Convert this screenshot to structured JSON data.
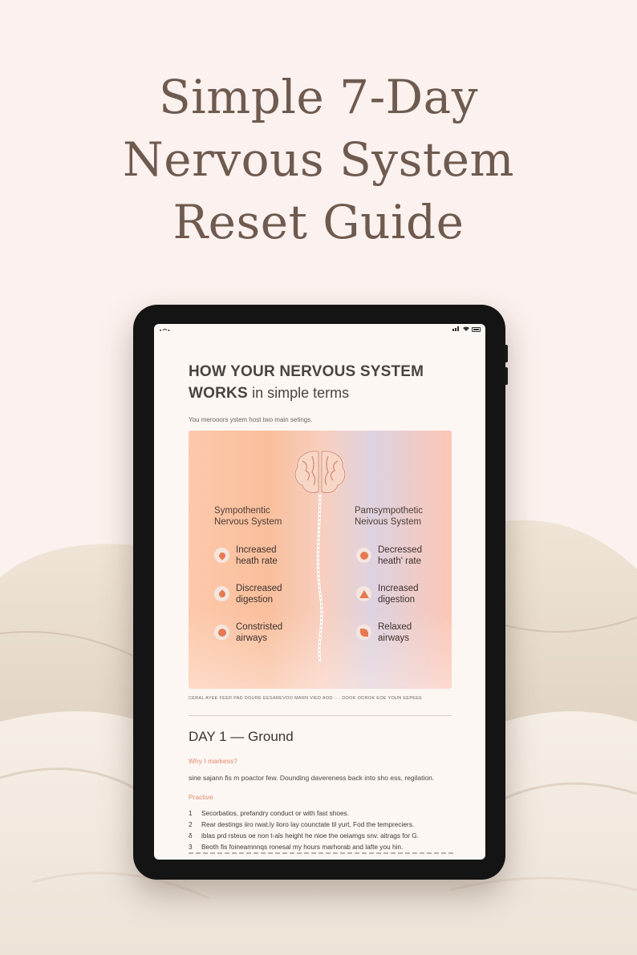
{
  "headline": {
    "line1": "Simple 7-Day",
    "line2": "Nervous System",
    "line3": "Reset Guide"
  },
  "status_bar": {
    "left_icons": [
      "wifi-icon"
    ],
    "right_icons": [
      "signal-icon",
      "wifi-icon",
      "battery-icon"
    ]
  },
  "section": {
    "title_bold": "HOW YOUR NERVOUS SYSTEM",
    "title_bold2": "WORKS",
    "title_rest": "in simple terms",
    "intro": "You merooors ystem host two main setings."
  },
  "diagram": {
    "left_title_1": "Sympothentic",
    "left_title_2": "Nervous System",
    "right_title_1": "Pamsympothetic",
    "right_title_2": "Neivous System",
    "left_items": [
      {
        "line1": "Increased",
        "line2": "heath rate",
        "icon": "heart-icon"
      },
      {
        "line1": "Discreased",
        "line2": "digestion",
        "icon": "stomach-icon"
      },
      {
        "line1": "Constristed",
        "line2": "airways",
        "icon": "lungs-icon"
      }
    ],
    "right_items": [
      {
        "line1": "Decressed",
        "line2": "heath' rate",
        "icon": "heart-icon"
      },
      {
        "line1": "Increased",
        "line2": "digestion",
        "icon": "stomach-icon"
      },
      {
        "line1": "Relaxed",
        "line2": "airways",
        "icon": "lungs-icon"
      }
    ],
    "caption": "CERAL AYEE FEER PAD DOURE EESAREVOO MARN VIED AOD. · · DOOK OOROK EOE YOUN EEPEEE"
  },
  "day": {
    "title": "DAY 1 — Ground",
    "why_label": "Why I markess?",
    "why_body": "sine sajann fis m poactor few. Dounding davereness back into sho ess, regilation.",
    "practice_label": "Practive",
    "steps": [
      {
        "n": "1",
        "text": "Secorbatios, prefandry conduct or with fast shoes."
      },
      {
        "n": "2",
        "text": "Rear destings iiro rwat.ly iloro lay counctate til yurt, Fod the tempreciers."
      },
      {
        "n": "δ",
        "text": "iblas prd rsteus oe non t-als height he nioe the oeiamgs snv. aitrags for G."
      },
      {
        "n": "3",
        "text": "Beoth fis foineamnnqs ronesal my hours marhorab and lafte you hin."
      }
    ]
  },
  "colors": {
    "background": "#fbf1ee",
    "headline": "#6e5a4f",
    "accent": "#e6794f",
    "tablet_frame": "#141414"
  }
}
